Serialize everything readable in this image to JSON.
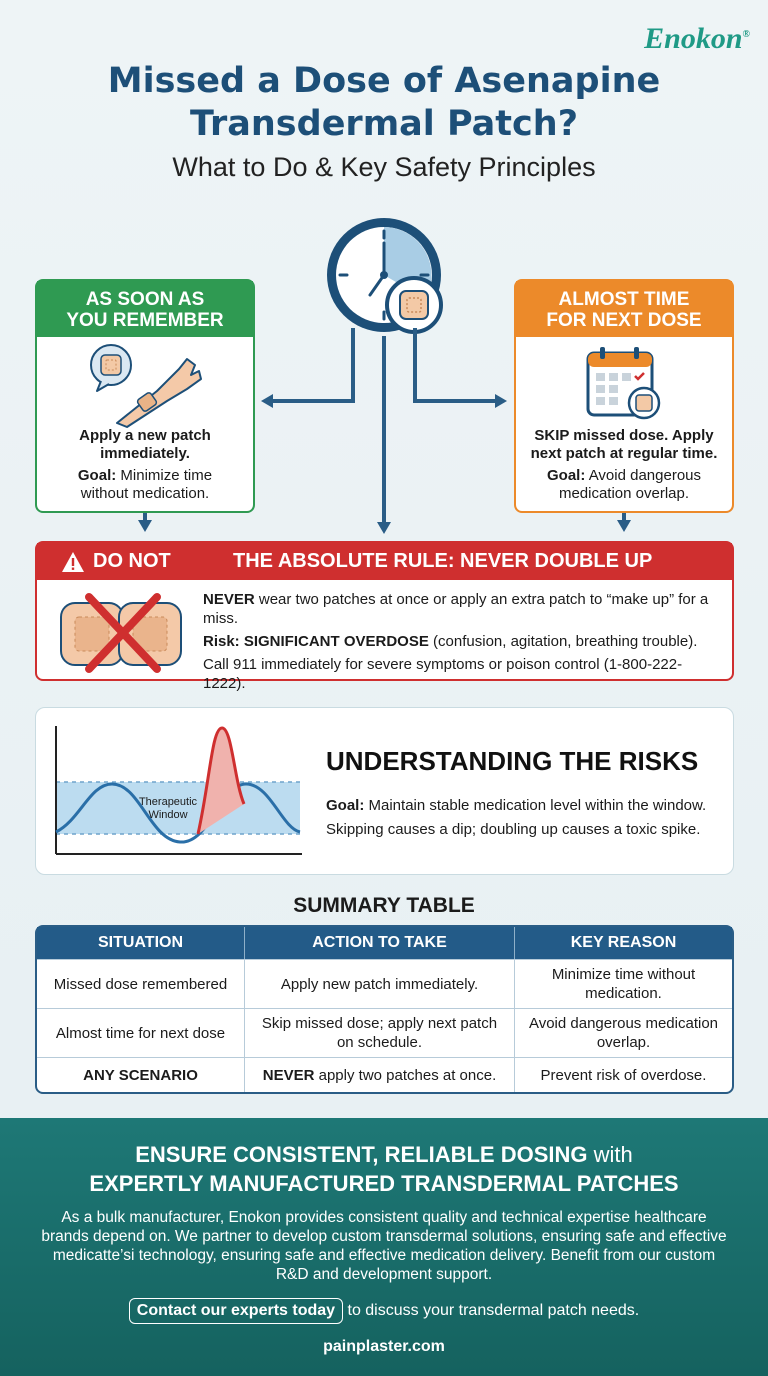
{
  "brand": {
    "name": "Enokon",
    "mark": "®"
  },
  "header": {
    "title_line1": "Missed a Dose of Asenapine",
    "title_line2": "Transdermal Patch?",
    "subtitle": "What to Do & Key Safety Principles"
  },
  "cards": {
    "left": {
      "heading_line1": "AS SOON AS",
      "heading_line2": "YOU REMEMBER",
      "action_line1": "Apply a new patch",
      "action_line2": "immediately.",
      "goal_label": "Goal:",
      "goal_text_line1": "Minimize time",
      "goal_text_line2": "without medication."
    },
    "right": {
      "heading_line1": "ALMOST TIME",
      "heading_line2": "FOR NEXT DOSE",
      "action_line1": "SKIP missed dose. Apply",
      "action_line2": "next patch at regular time.",
      "goal_label": "Goal:",
      "goal_text_line1": "Avoid dangerous",
      "goal_text_line2": "medication overlap."
    }
  },
  "rule": {
    "warning": "DO NOT",
    "heading": "THE ABSOLUTE RULE: NEVER DOUBLE UP",
    "line1_strong": "NEVER",
    "line1_text": " wear two patches at once or apply an extra patch to “make up” for a miss.",
    "line2_strong": "Risk: SIGNIFICANT OVERDOSE",
    "line2_text": " (confusion, agitation, breathing trouble).",
    "line3": "Call 911 immediately for severe symptoms or poison control (1-800-222-1222)."
  },
  "risks": {
    "heading": "UNDERSTANDING THE RISKS",
    "window_label_line1": "Therapeutic",
    "window_label_line2": "Window",
    "goal_label": "Goal:",
    "goal_text": " Maintain stable medication level within the window.",
    "note": "Skipping causes a dip; doubling up causes a toxic spike."
  },
  "summary": {
    "title": "SUMMARY TABLE",
    "columns": [
      "SITUATION",
      "ACTION TO TAKE",
      "KEY REASON"
    ],
    "rows": [
      {
        "situation": "Missed dose remembered",
        "action_strong": "",
        "action": "Apply new patch immediately.",
        "reason": "Minimize time without medication."
      },
      {
        "situation": "Almost time for next dose",
        "action_strong": "",
        "action": "Skip missed dose; apply next patch on schedule.",
        "reason": "Avoid dangerous medication overlap."
      },
      {
        "situation": "ANY SCENARIO",
        "action_strong": "NEVER",
        "action": " apply two patches at once.",
        "reason": "Prevent risk of overdose."
      }
    ]
  },
  "footer": {
    "heading_a": "ENSURE CONSISTENT, RELIABLE DOSING",
    "heading_with": " with",
    "heading_b": "EXPERTLY MANUFACTURED TRANSDERMAL PATCHES",
    "paragraph": "As a bulk manufacturer, Enokon provides consistent quality and technical expertise healthcare brands depend on. We partner to develop custom transdermal solutions, ensuring safe and effective medicatte’si technology, ensuring safe and effective medication delivery. Benefit from our custom R&D and development support.",
    "cta_button": "Contact our experts today",
    "cta_text": " to discuss your transdermal patch needs.",
    "site": "painplaster.com"
  },
  "colors": {
    "navy": "#1d4f78",
    "green": "#2f9a52",
    "orange": "#ec8a2a",
    "red": "#cf2f2f",
    "teal": "#1e7876",
    "brand": "#1f9a86"
  },
  "icons": [
    "clock-icon",
    "patch-icon",
    "arm-patch-icon",
    "calendar-icon",
    "warning-icon",
    "crossed-patches-icon",
    "risk-curve-graphic"
  ]
}
